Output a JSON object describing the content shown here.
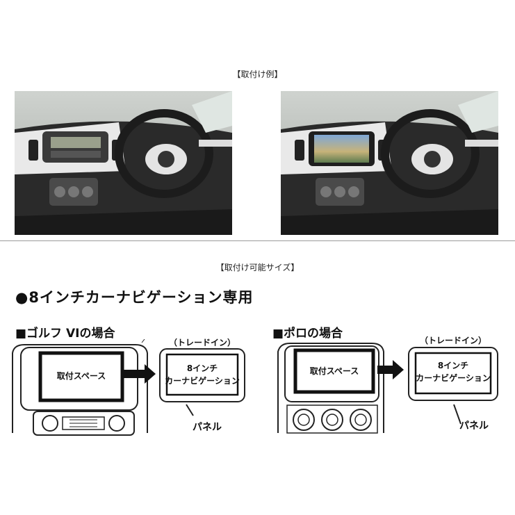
{
  "section1": {
    "caption": "【取付け例】"
  },
  "photos": [
    {
      "name": "interior-before-photo",
      "alt": "interior with standard audio"
    },
    {
      "name": "interior-after-photo",
      "alt": "interior with navigation installed"
    }
  ],
  "section2": {
    "caption": "【取付け可能サイズ】",
    "heading": "●8インチカーナビゲーション専用"
  },
  "golf": {
    "title": "■ゴルフ VIの場合",
    "space_label": "取付スペース",
    "trade_in": "（トレードイン）",
    "nav_line1": "8インチ",
    "nav_line2": "カーナビゲーション",
    "panel": "パネル"
  },
  "polo": {
    "title": "■ポロの場合",
    "space_label": "取付スペース",
    "trade_in": "（トレードイン）",
    "nav_line1": "8インチ",
    "nav_line2": "カーナビゲーション",
    "panel": "パネル"
  }
}
